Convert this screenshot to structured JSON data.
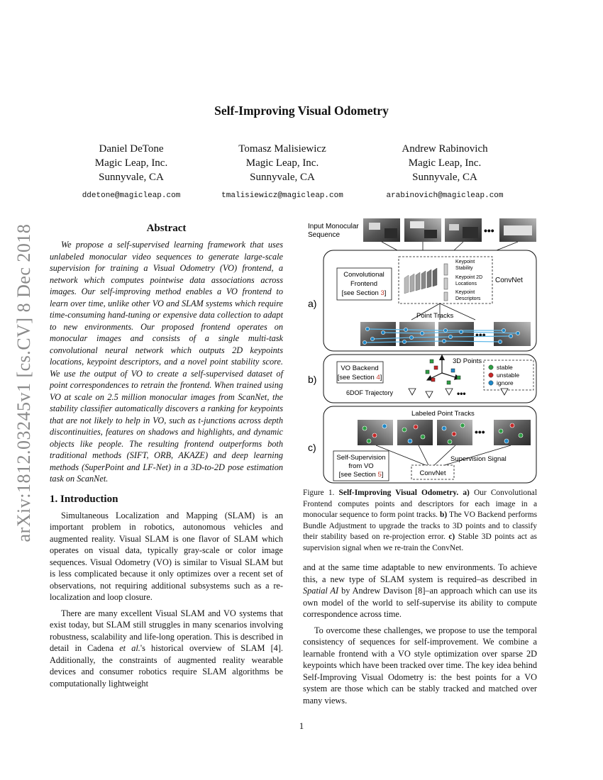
{
  "arxiv_stamp": "arXiv:1812.03245v1  [cs.CV]  8 Dec 2018",
  "title": "Self-Improving Visual Odometry",
  "authors": [
    {
      "name": "Daniel DeTone",
      "affiliation": "Magic Leap, Inc.",
      "location": "Sunnyvale, CA",
      "email": "ddetone@magicleap.com"
    },
    {
      "name": "Tomasz Malisiewicz",
      "affiliation": "Magic Leap, Inc.",
      "location": "Sunnyvale, CA",
      "email": "tmalisiewicz@magicleap.com"
    },
    {
      "name": "Andrew Rabinovich",
      "affiliation": "Magic Leap, Inc.",
      "location": "Sunnyvale, CA",
      "email": "arabinovich@magicleap.com"
    }
  ],
  "abstract": {
    "heading": "Abstract",
    "text": "We propose a self-supervised learning framework that uses unlabeled monocular video sequences to generate large-scale supervision for training a Visual Odometry (VO) frontend, a network which computes pointwise data associations across images. Our self-improving method enables a VO frontend to learn over time, unlike other VO and SLAM systems which require time-consuming hand-tuning or expensive data collection to adapt to new environments. Our proposed frontend operates on monocular images and consists of a single multi-task convolutional neural network which outputs 2D keypoints locations, keypoint descriptors, and a novel point stability score. We use the output of VO to create a self-supervised dataset of point correspondences to retrain the frontend. When trained using VO at scale on 2.5 million monocular images from ScanNet, the stability classifier automatically discovers a ranking for keypoints that are not likely to help in VO, such as t-junctions across depth discontinuities, features on shadows and highlights, and dynamic objects like people. The resulting frontend outperforms both traditional methods (SIFT, ORB, AKAZE) and deep learning methods (SuperPoint and LF-Net) in a 3D-to-2D pose estimation task on ScanNet."
  },
  "intro": {
    "heading": "1. Introduction",
    "p1": "Simultaneous Localization and Mapping (SLAM) is an important problem in robotics, autonomous vehicles and augmented reality. Visual SLAM is one flavor of SLAM which operates on visual data, typically gray-scale or color image sequences. Visual Odometry (VO) is similar to Visual SLAM but is less complicated because it only optimizes over a recent set of observations, not requiring additional subsystems such as a re-localization and loop closure.",
    "p2_a": "There are many excellent Visual SLAM and VO systems that exist today, but SLAM still struggles in many scenarios involving robustness, scalability and life-long operation. This is described in detail in Cadena ",
    "p2_em": "et al.",
    "p2_b": "'s historical overview of SLAM [4]. Additionally, the constraints of augmented reality wearable devices and consumer robotics require SLAM algorithms be computationally lightweight"
  },
  "figure": {
    "input_label_1": "Input Monocular",
    "input_label_2": "Sequence",
    "label_a": "a)",
    "label_b": "b)",
    "label_c": "c)",
    "frontend_1": "Convolutional",
    "frontend_2": "Frontend",
    "frontend_ref_pre": "[see Section ",
    "frontend_ref_num": "3",
    "frontend_ref_post": "]",
    "kp_stability_1": "Keypoint",
    "kp_stability_2": "Stability",
    "kp_loc_1": "Keypoint 2D",
    "kp_loc_2": "Locations",
    "kp_desc_1": "Keypoint",
    "kp_desc_2": "Descriptors",
    "convnet": "ConvNet",
    "point_tracks": "Point Tracks",
    "vo_backend": "VO Backend",
    "vo_ref_pre": "[see Section ",
    "vo_ref_num": "4",
    "vo_ref_post": "]",
    "points_3d": "3D Points",
    "legend_stable": "stable",
    "legend_unstable": "unstable",
    "legend_ignore": "ignore",
    "trajectory": "6DOF Trajectory",
    "labeled_tracks": "Labeled Point Tracks",
    "selfsup_1": "Self-Supervision",
    "selfsup_2": "from VO",
    "selfsup_ref_pre": "[see Section ",
    "selfsup_ref_num": "5",
    "selfsup_ref_post": "]",
    "supervision_signal": "Supervision Signal",
    "convnet_2": "ConvNet",
    "dots": "•••",
    "colors": {
      "stable": "#2e9e44",
      "unstable": "#c62828",
      "ignore": "#1e88c8",
      "tracks": "#5fb8e8",
      "red_ref": "#c0392b"
    }
  },
  "caption": {
    "prefix": "Figure 1. ",
    "bold": "Self-Improving Visual Odometry.",
    "a_lbl": " a)",
    "a_txt": " Our Convolutional Frontend computes points and descriptors for each image in a monocular sequence to form point tracks.",
    "b_lbl": " b)",
    "b_txt": " The VO Backend performs Bundle Adjustment to upgrade the tracks to 3D points and to classify their stability based on re-projection error.",
    "c_lbl": " c)",
    "c_txt": " Stable 3D points act as supervision signal when we re-train the ConvNet."
  },
  "right": {
    "p1_a": "and at the same time adaptable to new environments. To achieve this, a new type of SLAM system is required–as described in ",
    "p1_em": "Spatial AI",
    "p1_b": " by Andrew Davison [8]–an approach which can use its own model of the world to self-supervise its ability to compute correspondence across time.",
    "p2": "To overcome these challenges, we propose to use the temporal consistency of sequences for self-improvement. We combine a learnable frontend with a VO style optimization over sparse 2D keypoints which have been tracked over time. The key idea behind Self-Improving Visual Odometry is: the best points for a VO system are those which can be stably tracked and matched over many views."
  },
  "page_number": "1"
}
